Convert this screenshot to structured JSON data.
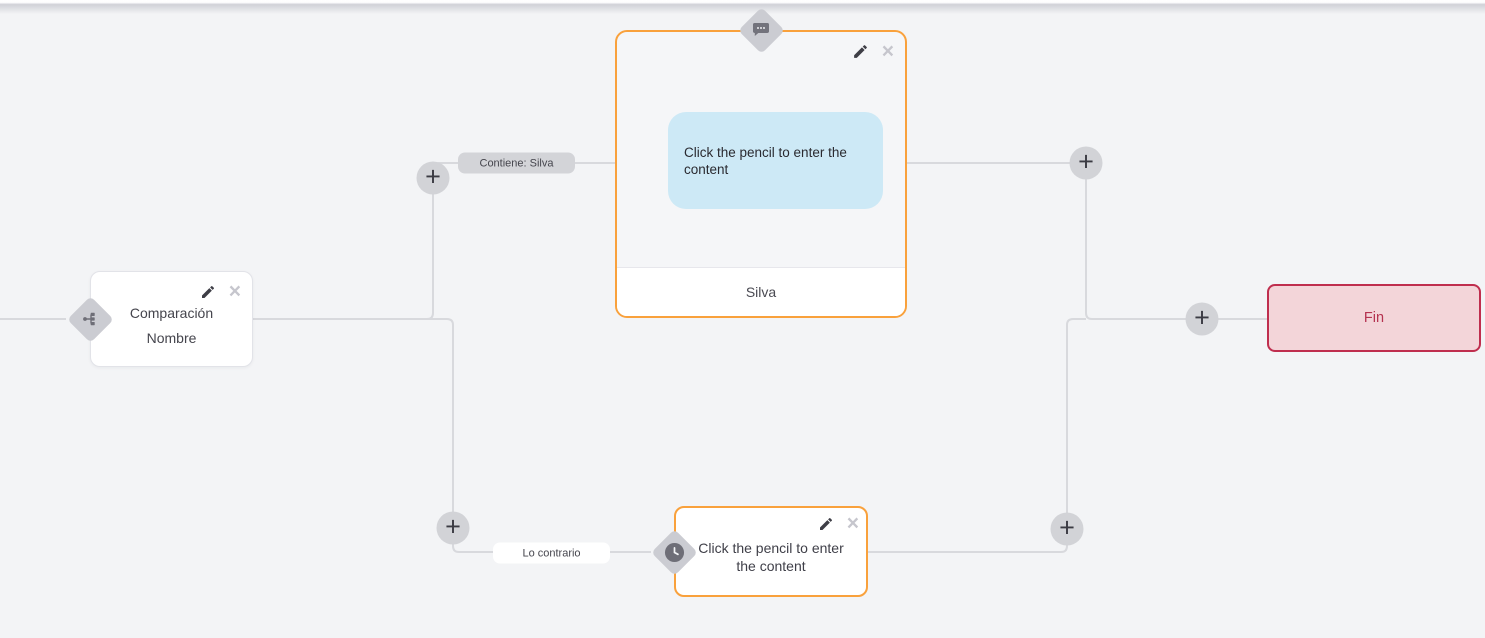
{
  "canvas": {
    "background": "#f3f4f6",
    "line_color": "#d8d9dd",
    "accent_orange": "#f9a13c",
    "diamond_color": "#cbccd2",
    "plus_circle_color": "#d2d3d7"
  },
  "nodes": {
    "condition": {
      "title_line1": "Comparación",
      "title_line2": "Nombre",
      "icon": "branch-icon"
    },
    "message": {
      "bubble_text": "Click the pencil to enter the content",
      "footer_text": "Silva",
      "bubble_color": "#cde9f6",
      "icon": "message-icon"
    },
    "delay": {
      "text": "Click the pencil to enter the content",
      "icon": "clock-icon"
    },
    "end": {
      "label": "Fin",
      "background": "#f3d5d9",
      "border_color": "#bf2e4e",
      "text_color": "#b53350"
    }
  },
  "edge_labels": {
    "match": "Contiene: Silva",
    "no_match": "Lo contrario"
  },
  "actions": {
    "edit_icon": "pencil-icon",
    "delete_icon": "close-icon",
    "add_icon": "plus-icon"
  }
}
